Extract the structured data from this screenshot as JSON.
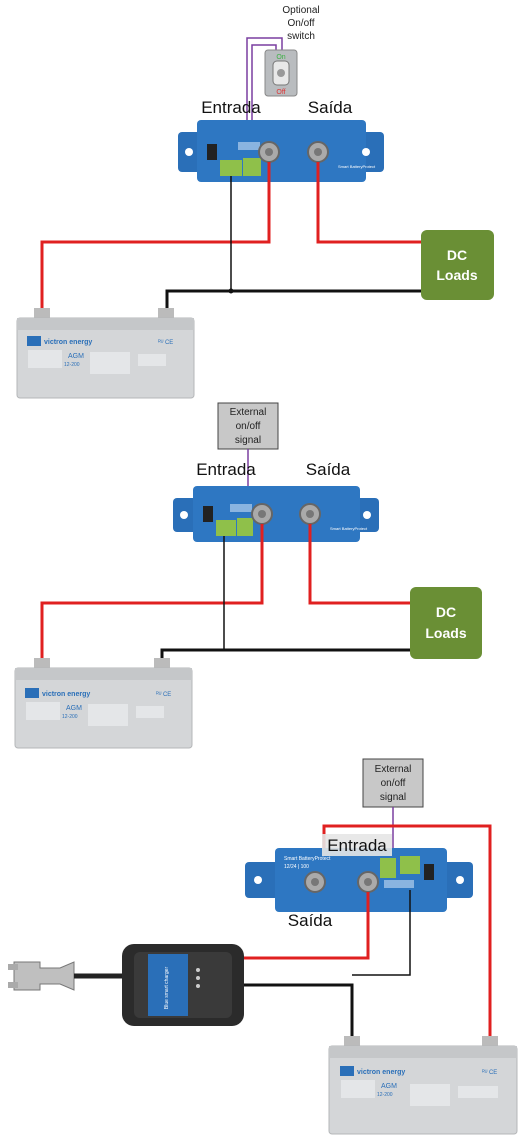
{
  "diagram1": {
    "switch_label": [
      "Optional",
      "On/off",
      "switch"
    ],
    "switch_on": "On",
    "switch_off": "Off",
    "input_label": "Entrada",
    "output_label": "Saída",
    "load_label": [
      "DC",
      "Loads"
    ]
  },
  "diagram2": {
    "signal_label": [
      "External",
      "on/off",
      "signal"
    ],
    "input_label": "Entrada",
    "output_label": "Saída",
    "load_label": [
      "DC",
      "Loads"
    ]
  },
  "diagram3": {
    "signal_label": [
      "External",
      "on/off",
      "signal"
    ],
    "input_label": "Entrada",
    "output_label": "Saída"
  },
  "battery": {
    "brand": "victron energy",
    "model": "AGM",
    "capacity": "12-200",
    "cert": "ᴿᵁ CE"
  },
  "protect": {
    "name": "Smart BatteryProtect",
    "spec": "12/24 | 100"
  },
  "charger": {
    "name": "Blue smart charger"
  },
  "colors": {
    "positive_wire": "#e02020",
    "negative_wire": "#111111",
    "signal_wire": "#7a3fa0",
    "device_blue": "#2a6fb8",
    "load_green": "#6a8f35",
    "battery_grey": "#d4d6d8"
  }
}
